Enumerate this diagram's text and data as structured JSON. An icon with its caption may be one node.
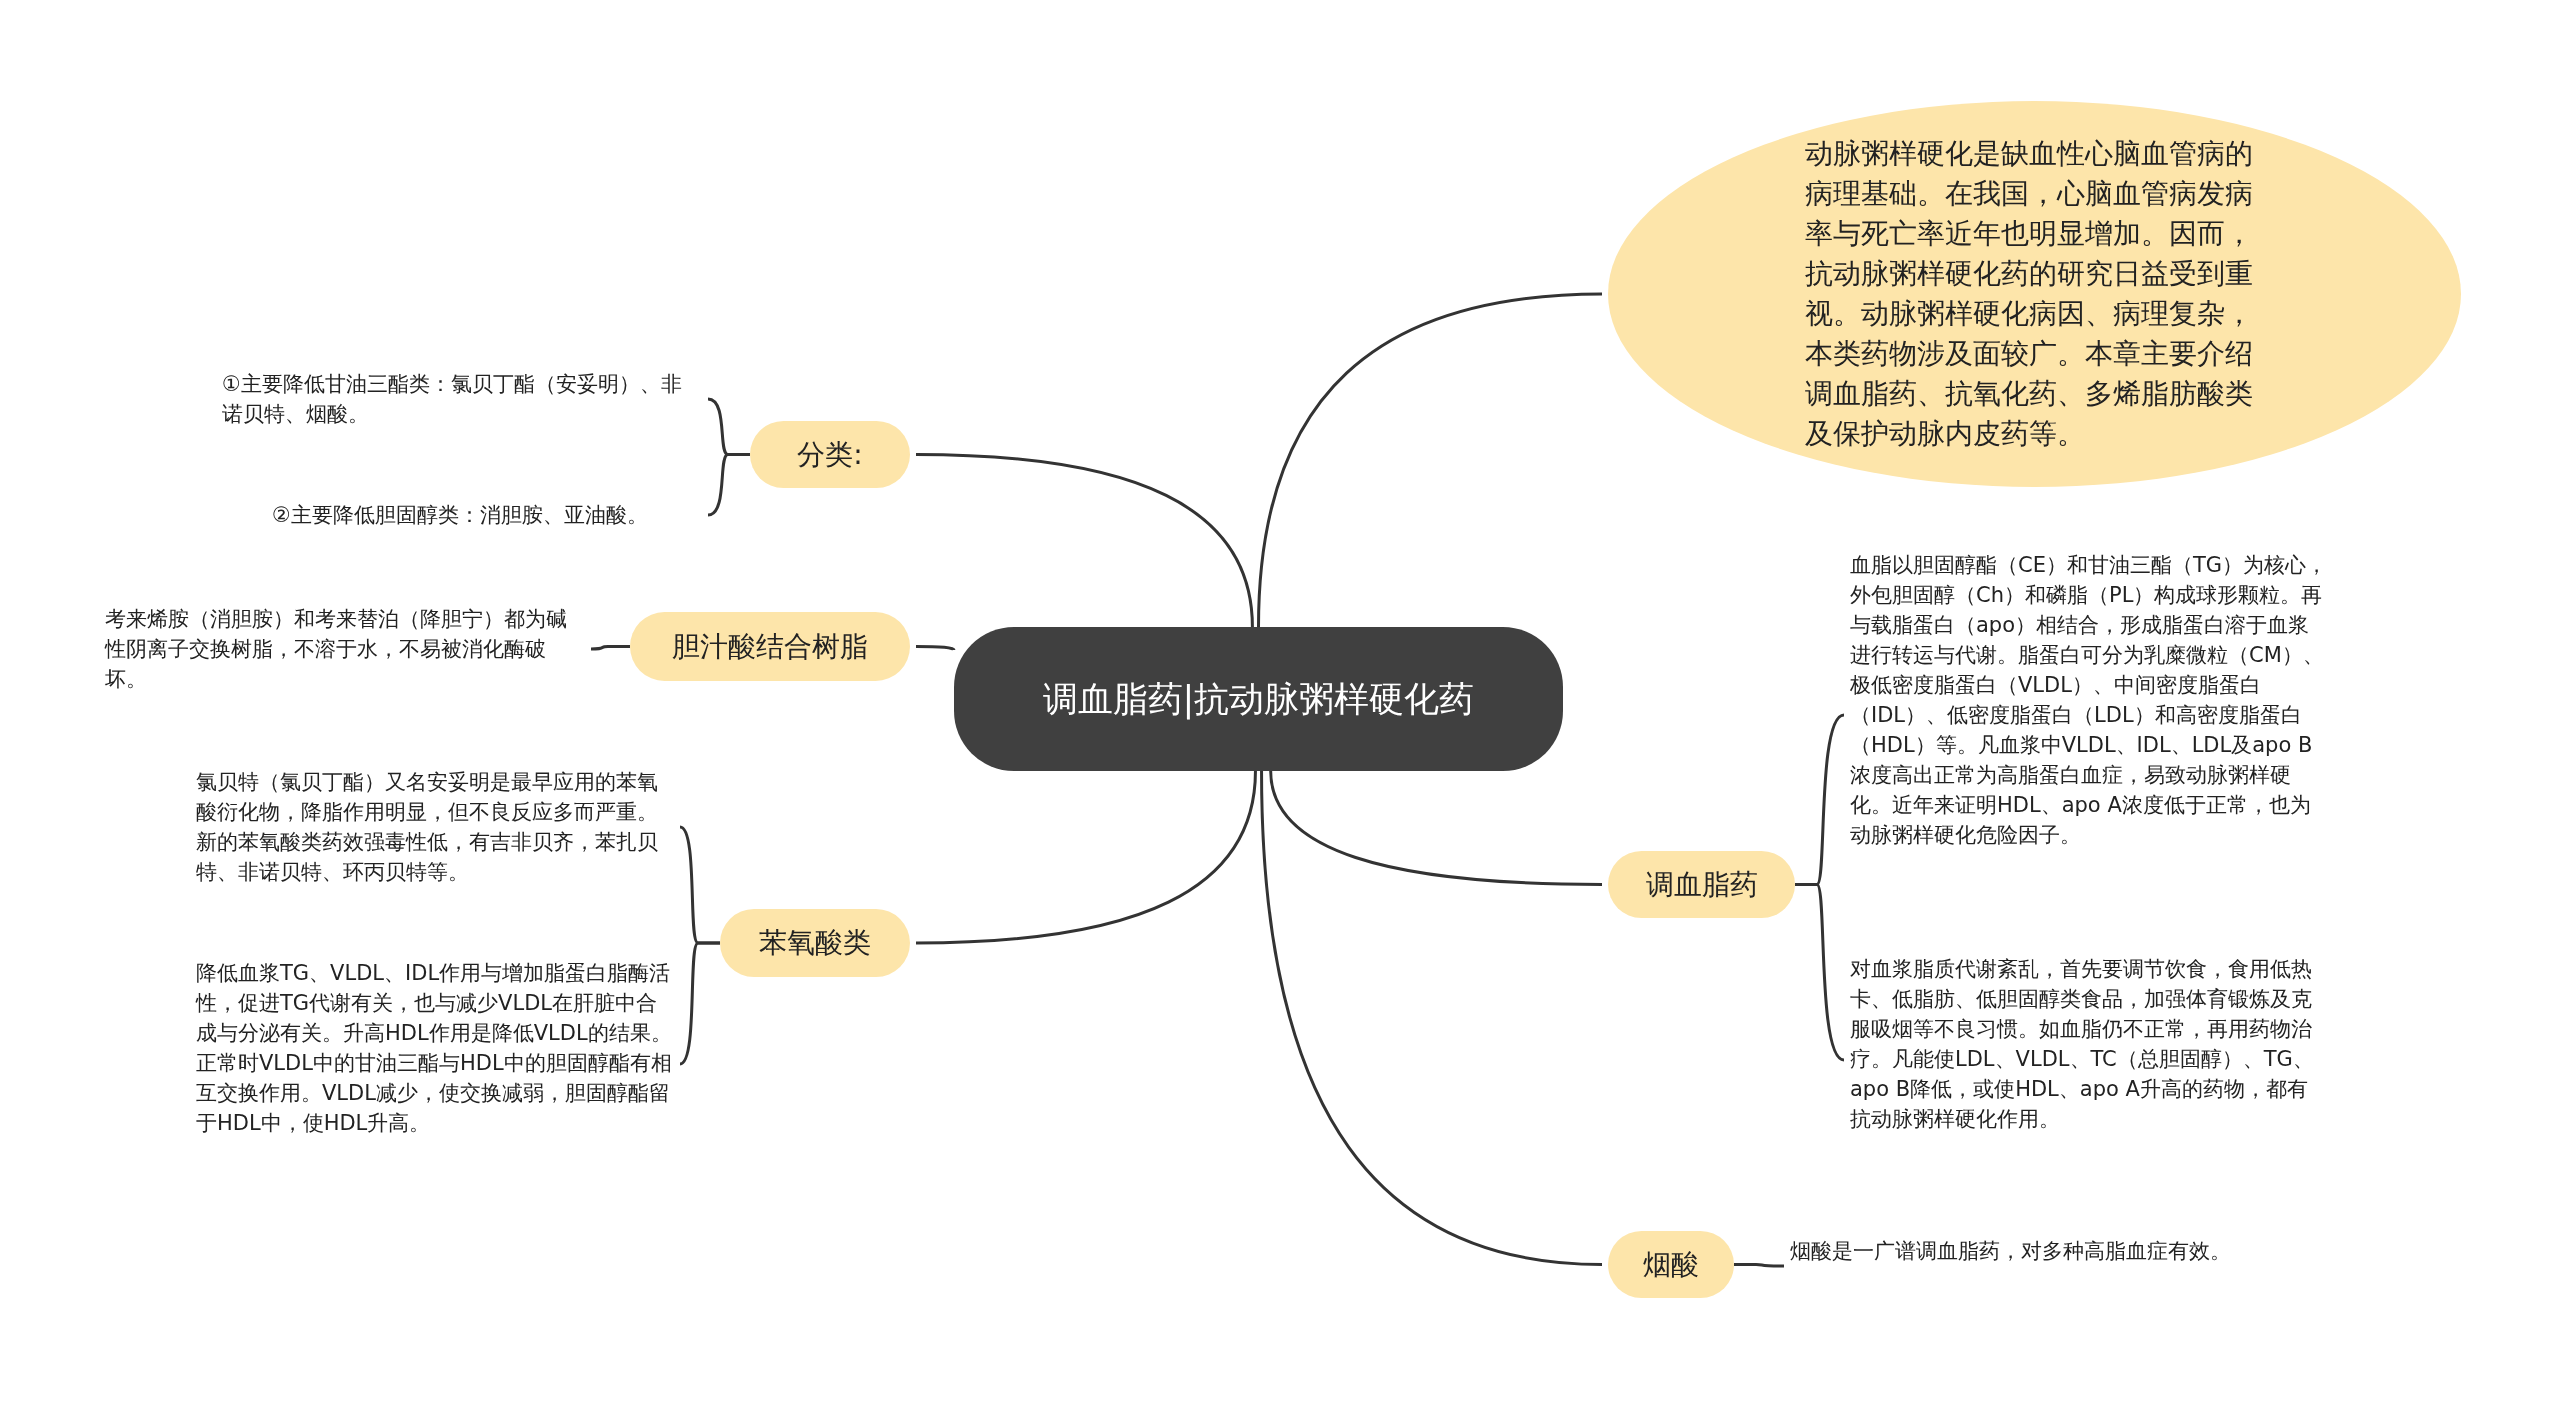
{
  "diagram": {
    "nodes": [
      {
        "text": [
          "调血脂药|抗动脉粥样硬化药"
        ]
      },
      {
        "text": [
          "动脉粥样硬化是缺血性心脑血管病的病理基础。在我国，心脑血管病发病率与死亡率近年也明显增加。因而，抗动脉粥样硬化药的研究日益受到重视。动脉粥样硬化病因、病理复杂，本类药物涉及面较广。本章主要介绍调血脂药、抗氧化药、多烯脂肪酸类及保护动脉内皮药等。"
        ]
      },
      {
        "text": [
          "分类:"
        ]
      },
      {
        "text": [
          "①主要降低甘油三酯类：氯贝丁酯（安妥明）、非诺贝特、烟酸。"
        ]
      },
      {
        "text": [
          "②主要降低胆固醇类：消胆胺、亚油酸。"
        ]
      },
      {
        "text": [
          "胆汁酸结合树脂"
        ]
      },
      {
        "text": [
          "考来烯胺（消胆胺）和考来替泊（降胆宁）都为碱性阴离子交换树脂，不溶于水，不易被消化酶破坏。"
        ]
      },
      {
        "text": [
          "苯氧酸类"
        ]
      },
      {
        "text": [
          "氯贝特（氯贝丁酯）又名安妥明是最早应用的苯氧酸衍化物，降脂作用明显，但不良反应多而严重。新的苯氧酸类药效强毒性低，有吉非贝齐，苯扎贝特、非诺贝特、环丙贝特等。"
        ]
      },
      {
        "text": [
          "降低血浆TG、VLDL、IDL作用与增加脂蛋白脂酶活性，促进TG代谢有关，也与减少VLDL在肝脏中合成与分泌有关。升高HDL作用是降低VLDL的结果。正常时VLDL中的甘油三酯与HDL中的胆固醇酯有相互交换作用。VLDL减少，使交换减弱，胆固醇酯留于HDL中，使HDL升高。"
        ]
      },
      {
        "text": [
          "调血脂药"
        ]
      },
      {
        "text": [
          "血脂以胆固醇酯（CE）和甘油三酯（TG）为核心，外包胆固醇（Ch）和磷脂（PL）构成球形颗粒。再与载脂蛋白（apo）相结合，形成脂蛋白溶于血浆进行转运与代谢。脂蛋白可分为乳糜微粒（CM）、极低密度脂蛋白（VLDL）、中间密度脂蛋白（IDL）、低密度脂蛋白（LDL）和高密度脂蛋白（HDL）等。凡血浆中VLDL、IDL、LDL及apo B浓度高出正常为高脂蛋白血症，易致动脉粥样硬化。近年来证明HDL、apo A浓度低于正常，也为动脉粥样硬化危险因子。"
        ]
      },
      {
        "text": [
          "对血浆脂质代谢紊乱，首先要调节饮食，食用低热卡、低脂肪、低胆固醇类食品，加强体育锻炼及克服吸烟等不良习惯。如血脂仍不正常，再用药物治疗。凡能使LDL、VLDL、TC（总胆固醇）、TG、apo B降低，或使HDL、apo A升高的药物，都有抗动脉粥样硬化作用。"
        ]
      },
      {
        "text": [
          "烟酸"
        ]
      },
      {
        "text": [
          "烟酸是一广谱调血脂药，对多种高脂血症有效。"
        ]
      }
    ],
    "edges": [
      {
        "from": 0,
        "to": 1,
        "arrow": "none"
      },
      {
        "from": 0,
        "to": 2,
        "arrow": "none"
      },
      {
        "from": 0,
        "to": 5,
        "arrow": "none"
      },
      {
        "from": 0,
        "to": 7,
        "arrow": "none"
      },
      {
        "from": 0,
        "to": 10,
        "arrow": "none"
      },
      {
        "from": 0,
        "to": 13,
        "arrow": "none"
      },
      {
        "from": 2,
        "to": 3,
        "arrow": "none"
      },
      {
        "from": 2,
        "to": 4,
        "arrow": "none"
      },
      {
        "from": 5,
        "to": 6,
        "arrow": "none"
      },
      {
        "from": 7,
        "to": 8,
        "arrow": "none"
      },
      {
        "from": 7,
        "to": 9,
        "arrow": "none"
      },
      {
        "from": 10,
        "to": 11,
        "arrow": "none"
      },
      {
        "from": 10,
        "to": 12,
        "arrow": "none"
      },
      {
        "from": 13,
        "to": 14,
        "arrow": "none"
      }
    ]
  }
}
